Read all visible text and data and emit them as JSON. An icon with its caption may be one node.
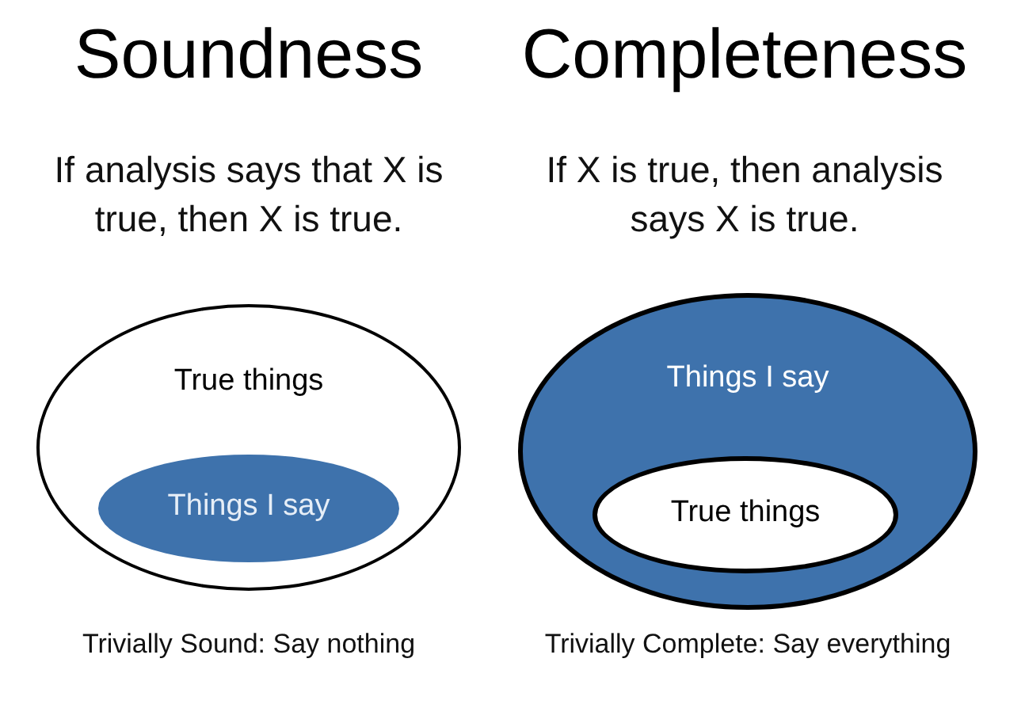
{
  "diagram": {
    "nodes": [
      {
        "text": [
          "True things"
        ]
      },
      {
        "text": [
          "Things I say"
        ],
        "in": 0
      },
      {
        "text": [
          "Things I say"
        ]
      },
      {
        "text": [
          "True things"
        ],
        "in": 2
      }
    ],
    "labels": [
      "Soundness",
      "Completeness",
      "If analysis says that X is true, then X is true.",
      "If X is true, then analysis says X is true.",
      "Trivially Sound: Say nothing",
      "Trivially Complete: Say everything"
    ]
  }
}
